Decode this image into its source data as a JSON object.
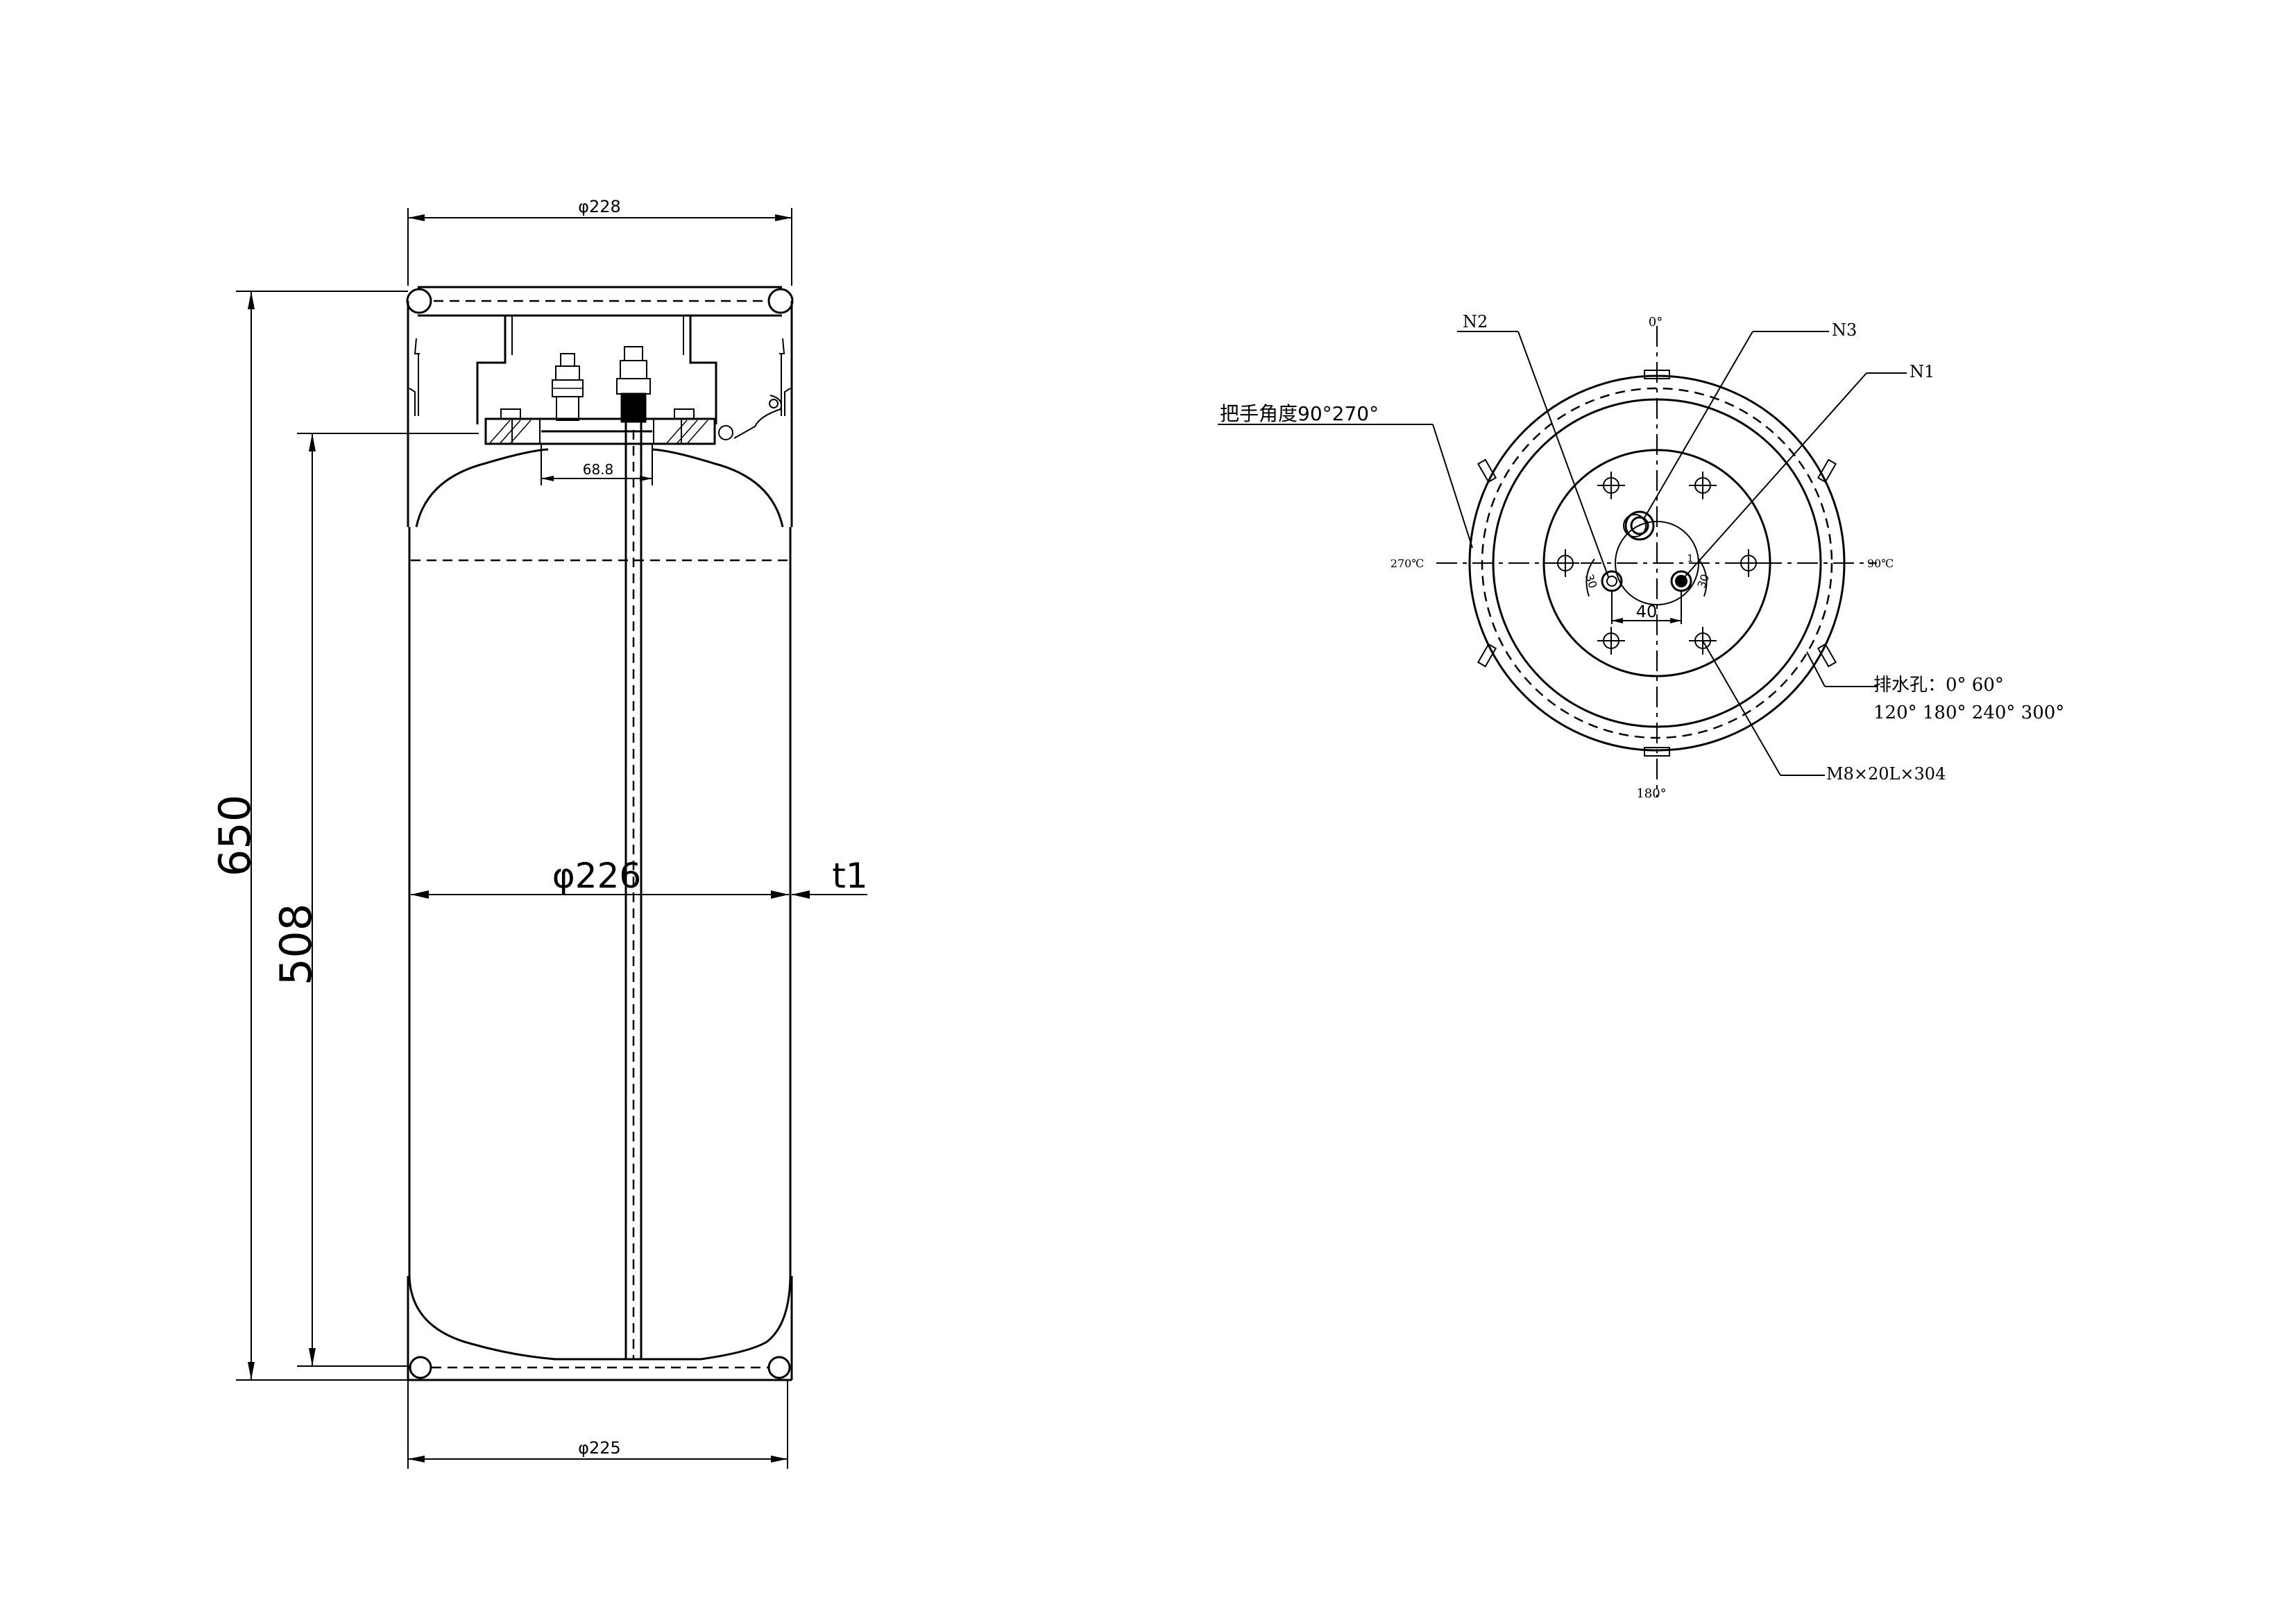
{
  "side_view": {
    "top_diameter": "φ228",
    "bottom_diameter": "φ225",
    "body_diameter": "φ226",
    "thickness": "t1",
    "overall_height": "650",
    "body_height": "508",
    "flange_width": "68.8"
  },
  "top_view": {
    "angle_0": "0°",
    "angle_90": "90℃",
    "angle_180": "180°",
    "angle_270": "270℃",
    "tag_n1": "N1",
    "tag_n2": "N2",
    "tag_n3": "N3",
    "handle_angle_label": "把手角度90°270°",
    "drain_holes_line1": "排水孔：0° 60°",
    "drain_holes_line2": "120° 180° 240° 300°",
    "bolt_spec": "M8×20L×304",
    "port_spacing": "40",
    "port_offset_left": "30",
    "port_offset_right": "30",
    "port_mark": "1"
  }
}
